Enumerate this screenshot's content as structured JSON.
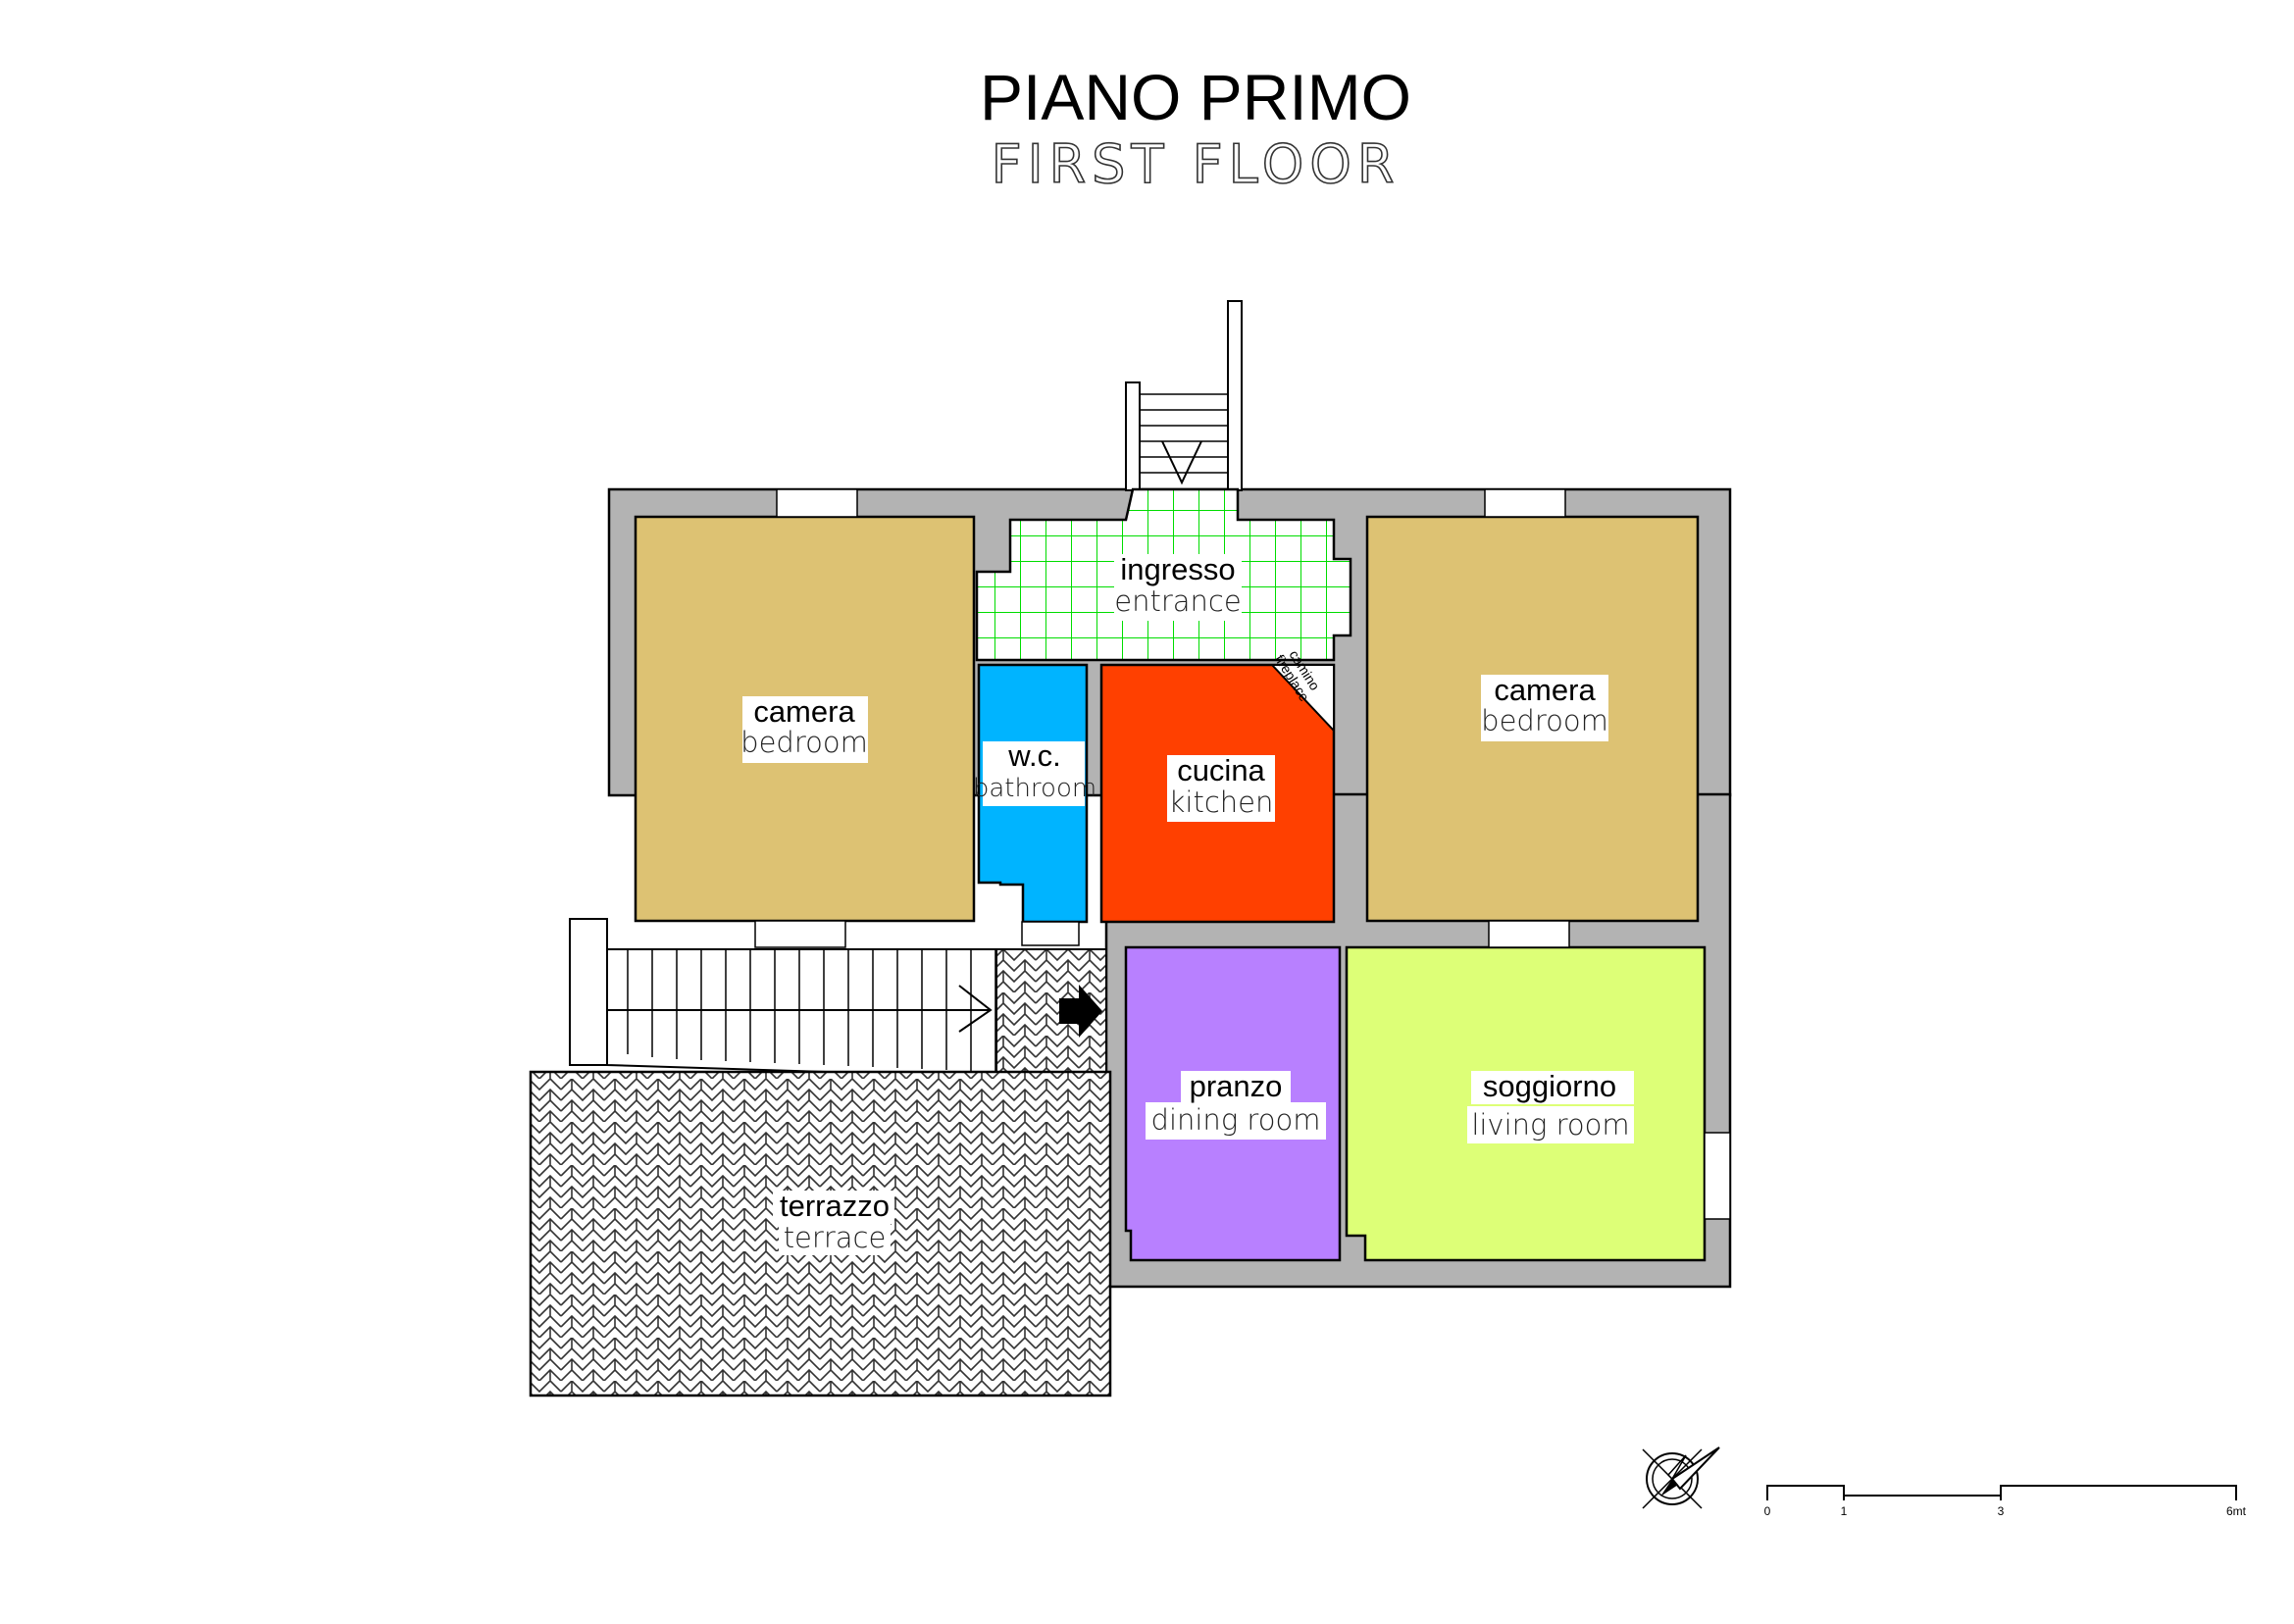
{
  "title": {
    "it": "PIANO PRIMO",
    "en": "FIRST FLOOR"
  },
  "rooms": [
    {
      "id": "bedroom-left",
      "it": "camera",
      "en": "bedroom",
      "color": "#ddc273"
    },
    {
      "id": "entrance",
      "it": "ingresso",
      "en": "entrance",
      "color": "#ccffcc"
    },
    {
      "id": "bathroom",
      "it": "w.c.",
      "en": "bathroom",
      "color": "#00b4ff"
    },
    {
      "id": "kitchen",
      "it": "cucina",
      "en": "kitchen",
      "color": "#ff4000"
    },
    {
      "id": "bedroom-right",
      "it": "camera",
      "en": "bedroom",
      "color": "#ddc273"
    },
    {
      "id": "dining",
      "it": "pranzo",
      "en": "dining room",
      "color": "#b880ff"
    },
    {
      "id": "living",
      "it": "soggiorno",
      "en": "living room",
      "color": "#ddff77"
    },
    {
      "id": "terrace",
      "it": "terrazzo",
      "en": "terrace",
      "color": "#ffffff"
    }
  ],
  "fireplace": {
    "it": "camino",
    "en": "fireplace"
  },
  "scale_bar": {
    "ticks": [
      "0",
      "1",
      "3",
      "6mt"
    ]
  },
  "icons": {
    "compass": "compass-rose-icon",
    "entry_arrow": "entry-arrow-icon"
  },
  "colors": {
    "wall": "#b3b3b3",
    "entrance_grid": "#00dd00"
  }
}
